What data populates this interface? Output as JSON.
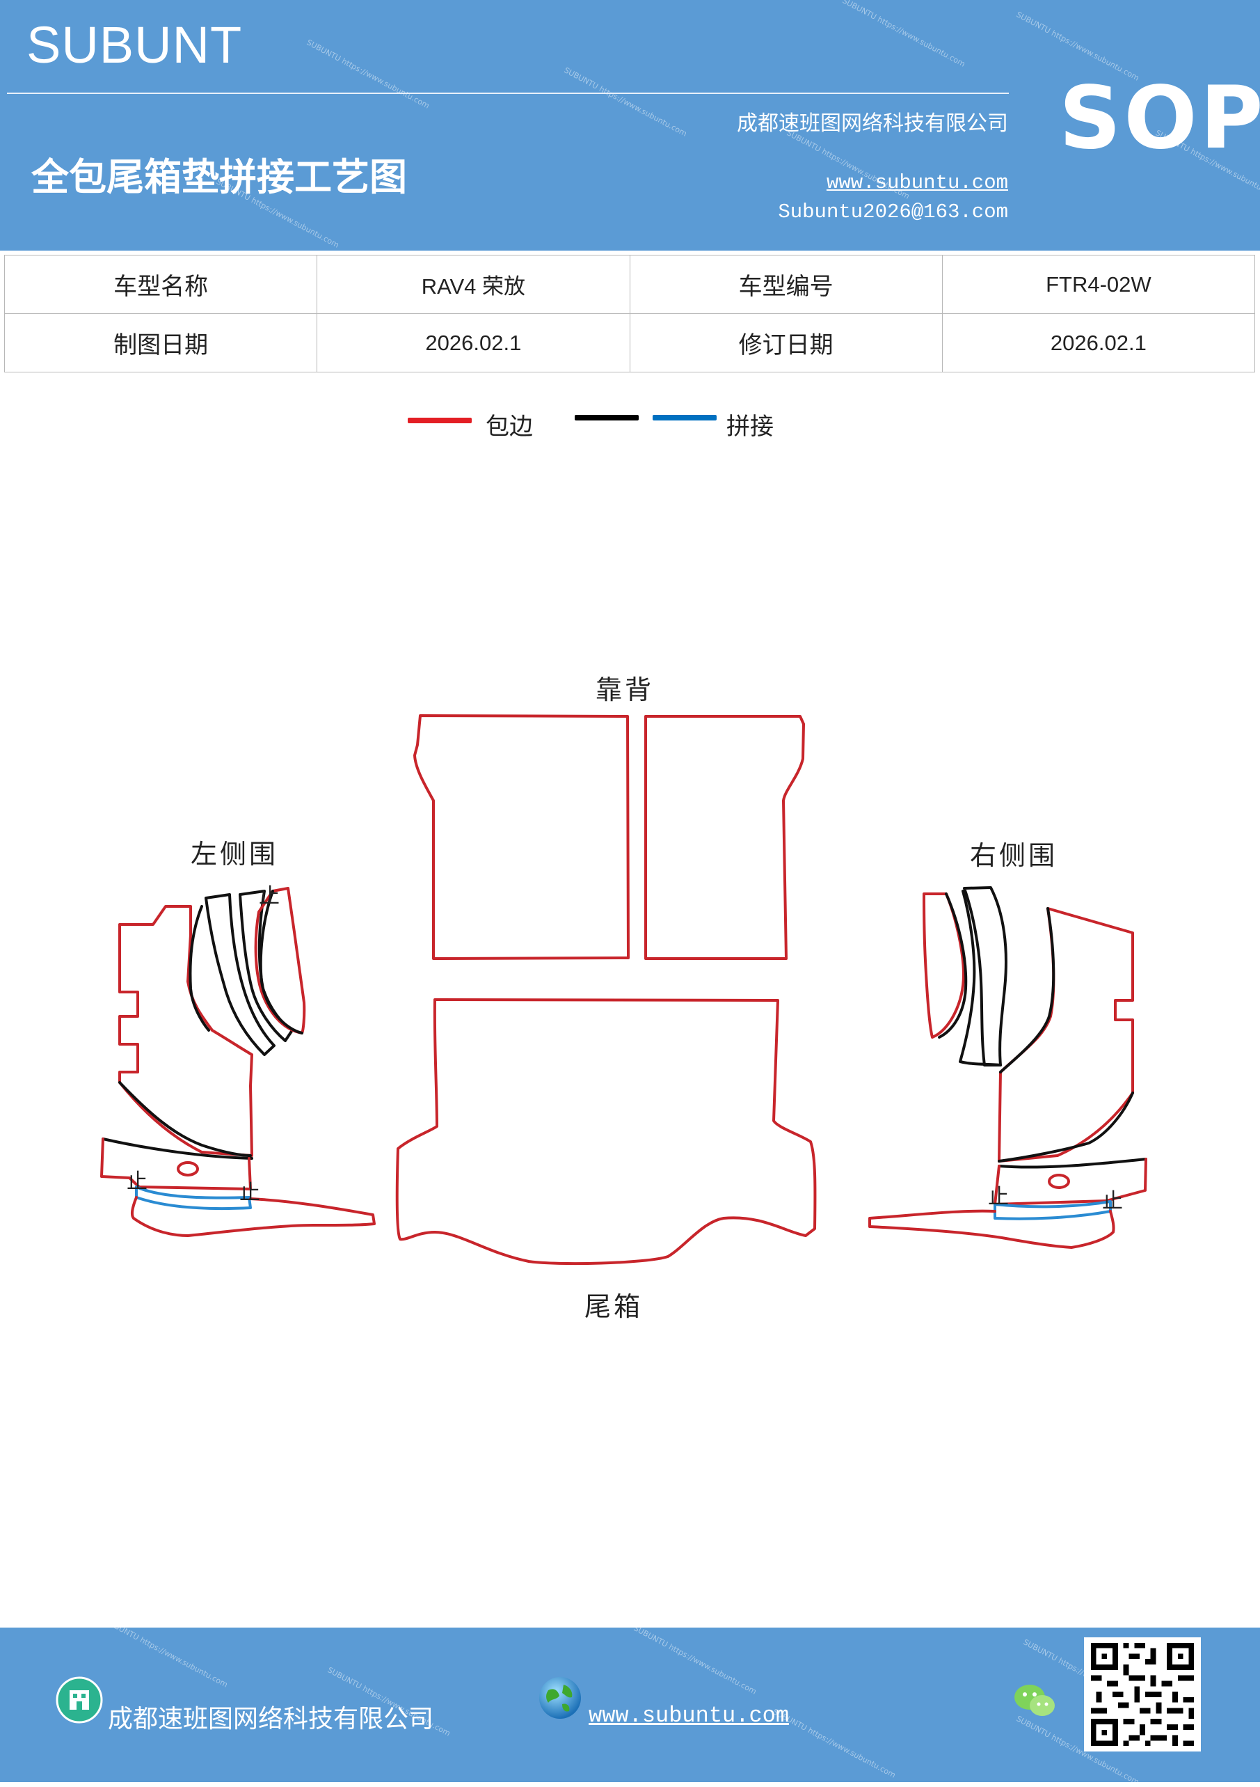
{
  "header": {
    "brand": "SUBUNT",
    "doc_title": "全包尾箱垫拼接工艺图",
    "company": "成都速班图网络科技有限公司",
    "website": "www.subuntu.com",
    "email": "Subuntu2026@163.com",
    "sop": "SOP"
  },
  "info_table": {
    "rows": [
      {
        "label1": "车型名称",
        "value1": "RAV4 荣放",
        "label2": "车型编号",
        "value2": "FTR4-02W"
      },
      {
        "label1": "制图日期",
        "value1": "2026.02.1",
        "label2": "修订日期",
        "value2": "2026.02.1"
      }
    ]
  },
  "legend": {
    "items": [
      {
        "label": "包边",
        "color": "#e31e24"
      },
      {
        "label": "",
        "color": "#000000"
      },
      {
        "label": "拼接",
        "color": "#0070c0"
      }
    ]
  },
  "diagram": {
    "labels": {
      "backrest": "靠背",
      "left_side": "左侧围",
      "right_side": "右侧围",
      "trunk": "尾箱"
    },
    "stop_mark": "止",
    "colors": {
      "edge": "#c8252b",
      "seam": "#111111",
      "splice": "#2a8bd2"
    }
  },
  "footer": {
    "company": "成都速班图网络科技有限公司",
    "website": "www.subuntu.com"
  }
}
